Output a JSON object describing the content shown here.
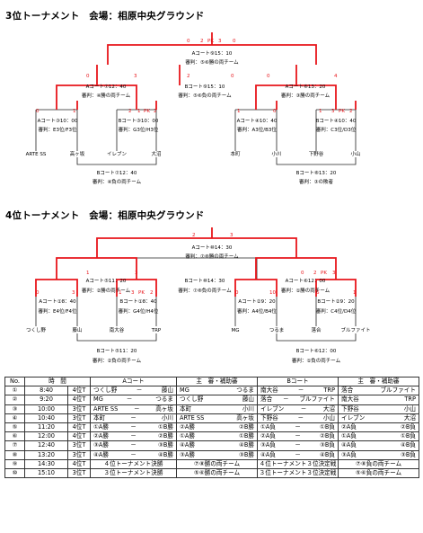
{
  "t1": {
    "title": "3位トーナメント　会場：相原中央グラウンド",
    "final": {
      "l1": "Aコート⑨15：10",
      "l2": "審判：⑤⑥勝の両チーム",
      "sl": "0",
      "sm": "2",
      "pk": "PK",
      "sr": "3",
      "srr": "0"
    },
    "semiL": {
      "l1": "Aコート⑦12：40",
      "l2": "審判：④勝の両チーム",
      "sa": "0",
      "sb": "3"
    },
    "semiM": {
      "l1": "Bコート⑨15：10",
      "l2": "審判：⑤⑥負の両チーム",
      "sa": "2",
      "sb": "0"
    },
    "semiR": {
      "l1": "Aコート⑧13：20",
      "l2": "審判：③勝の両チーム",
      "sa": "0",
      "sb": "4"
    },
    "q1": {
      "l1": "Aコート③10：00",
      "l2": "審判：E3位/F3位",
      "sa": "0",
      "sb": "1"
    },
    "q2": {
      "l1": "Bコート③10：00",
      "l2": "審判：G3位/H3位",
      "sa": "2",
      "sb": "1",
      "pk": "PK",
      "sc": "2"
    },
    "q3": {
      "l1": "Aコート④10：40",
      "l2": "審判：A3位/B3位",
      "sa": "1",
      "sb": "0"
    },
    "q4": {
      "l1": "Bコート④10：40",
      "l2": "審判：C3位/D3位",
      "sa": "1",
      "sb": "3",
      "pk": "PK",
      "sc": "2"
    },
    "teams": [
      "ARTE SS",
      "高ヶ坂",
      "イレブン",
      "大沼",
      "本町",
      "小川",
      "下野谷",
      "小山"
    ],
    "cL": {
      "l1": "Bコート⑦12：40",
      "l2": "審判：④負の両チーム"
    },
    "cR": {
      "l1": "Bコート⑧13：20",
      "l2": "審判：③の敗者"
    }
  },
  "t2": {
    "title": "4位トーナメント　会場：相原中央グラウンド",
    "final": {
      "l1": "Aコート⑩14：30",
      "l2": "審判：⑦⑧勝の両チーム",
      "sl": "2",
      "sr": "3"
    },
    "semiL": {
      "l1": "Aコート⑤11：20",
      "l2": "審判：②勝の両チーム",
      "sa": "1",
      "sb": "3"
    },
    "semiM": {
      "l1": "Bコート⑩14：30",
      "l2": "審判：⑦⑧負の両チーム"
    },
    "semiR": {
      "l1": "Aコート⑥12：00",
      "l2": "審判：①勝の両チーム",
      "sa": "0",
      "sb": "2",
      "pk": "PK",
      "sc": "3"
    },
    "q1": {
      "l1": "Aコート①8：40",
      "l2": "審判：E4位/F4位",
      "sa": "0",
      "sb": "3"
    },
    "q2": {
      "l1": "Bコート①8：40",
      "l2": "審判：G4位/H4位",
      "sa": "1",
      "sb": "3",
      "pk": "PK",
      "sc": "2"
    },
    "q3": {
      "l1": "Aコート②9：20",
      "l2": "審判：A4位/B4位",
      "sa": "0",
      "sb": "10"
    },
    "q4": {
      "l1": "Bコート②9：20",
      "l2": "審判：C4位/D4位",
      "sa": "6",
      "sb": "1"
    },
    "teams": [
      "つくし野",
      "藤山",
      "南大谷",
      "TRP",
      "MG",
      "つるま",
      "落合",
      "ブルファイト"
    ],
    "cL": {
      "l1": "Bコート⑤11：20",
      "l2": "審判：②負の両チーム"
    },
    "cR": {
      "l1": "Bコート⑥12：00",
      "l2": "審判：①負の両チーム"
    }
  },
  "schedule": {
    "headers": [
      "No.",
      "時　間",
      "",
      "Aコート",
      "主　審・補助審",
      "Bコート",
      "主　審・補助審"
    ],
    "rows": [
      {
        "no": "①",
        "time": "8:40",
        "div": "4位T",
        "a1": "つくし野",
        "dash": "－",
        "a2": "藤山",
        "r1": "MG",
        "r2": "つるま",
        "b1": "南大谷",
        "b2": "TRP",
        "s1": "落合",
        "s2": "ブルファイト"
      },
      {
        "no": "②",
        "time": "9:20",
        "div": "4位T",
        "a1": "MG",
        "dash": "－",
        "a2": "つるま",
        "r1": "つくし野",
        "r2": "藤山",
        "b1": "落合",
        "b2": "ブルファイト",
        "s1": "南大谷",
        "s2": "TRP"
      },
      {
        "no": "③",
        "time": "10:00",
        "div": "3位T",
        "a1": "ARTE SS",
        "dash": "－",
        "a2": "高ヶ坂",
        "r1": "本町",
        "r2": "小川",
        "b1": "イレブン",
        "b2": "大沼",
        "s1": "下野谷",
        "s2": "小山"
      },
      {
        "no": "④",
        "time": "10:40",
        "div": "3位T",
        "a1": "本町",
        "dash": "－",
        "a2": "小川",
        "r1": "ARTE SS",
        "r2": "高ヶ坂",
        "b1": "下野谷",
        "b2": "小山",
        "s1": "イレブン",
        "s2": "大沼"
      },
      {
        "no": "⑤",
        "time": "11:20",
        "div": "4位T",
        "a1": "①A勝",
        "dash": "－",
        "a2": "①B勝",
        "r1": "②A勝",
        "r2": "②B勝",
        "b1": "①A負",
        "b2": "①B負",
        "s1": "②A負",
        "s2": "②B負"
      },
      {
        "no": "⑥",
        "time": "12:00",
        "div": "4位T",
        "a1": "②A勝",
        "dash": "－",
        "a2": "②B勝",
        "r1": "①A勝",
        "r2": "①B勝",
        "b1": "②A負",
        "b2": "②B負",
        "s1": "①A負",
        "s2": "①B負"
      },
      {
        "no": "⑦",
        "time": "12:40",
        "div": "3位T",
        "a1": "③A勝",
        "dash": "－",
        "a2": "③B勝",
        "r1": "④A勝",
        "r2": "④B勝",
        "b1": "③A負",
        "b2": "③B負",
        "s1": "④A負",
        "s2": "④B負"
      },
      {
        "no": "⑧",
        "time": "13:20",
        "div": "3位T",
        "a1": "④A勝",
        "dash": "－",
        "a2": "④B勝",
        "r1": "③A勝",
        "r2": "③B勝",
        "b1": "④A負",
        "b2": "④B負",
        "s1": "③A負",
        "s2": "③B負"
      },
      {
        "no": "⑨",
        "time": "14:30",
        "div": "4位T",
        "amatch": "４位トーナメント決勝",
        "ref": "⑦⑧勝の両チーム",
        "bmatch": "４位トーナメント３位決定戦",
        "sref": "⑦⑧負の両チーム"
      },
      {
        "no": "⑩",
        "time": "15:10",
        "div": "3位T",
        "amatch": "３位トーナメント決勝",
        "ref": "⑤⑥勝の両チーム",
        "bmatch": "３位トーナメント３位決定戦",
        "sref": "⑤⑥負の両チーム"
      }
    ]
  },
  "colors": {
    "win": "#e8161b",
    "line": "#222222",
    "score": "#e8161b"
  }
}
